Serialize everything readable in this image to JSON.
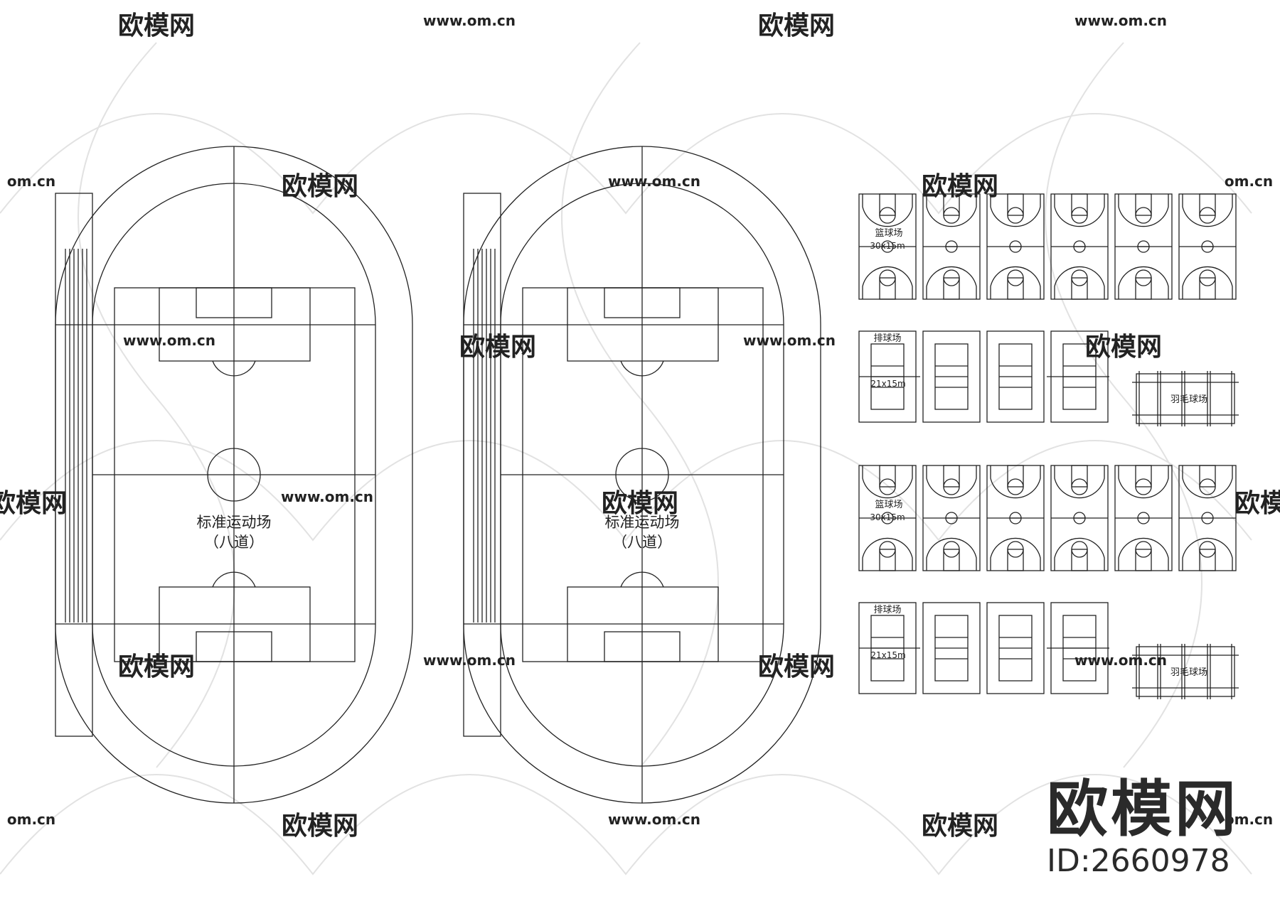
{
  "watermarks": {
    "logo_text": "欧模网",
    "site_text": "www.om.cn",
    "site_text_short": "om.cn"
  },
  "fields": [
    {
      "label_line1": "标准运动场",
      "label_line2": "（八道）"
    },
    {
      "label_line1": "标准运动场",
      "label_line2": "（八道）"
    }
  ],
  "basketball": {
    "name": "篮球场",
    "size": "30x15m"
  },
  "volleyball": {
    "name": "排球场",
    "size": "21x15m"
  },
  "badminton": {
    "name": "羽毛球场"
  },
  "brand": {
    "logo": "欧模网",
    "id": "ID:2660978"
  }
}
